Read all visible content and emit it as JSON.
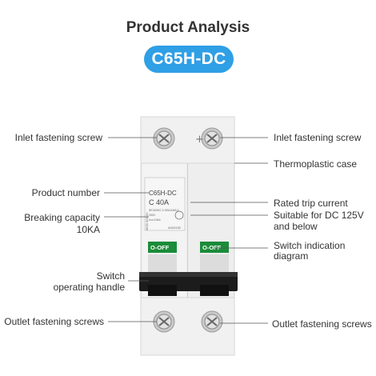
{
  "header": {
    "title": "Product Analysis",
    "model_badge": "C65H-DC",
    "badge_color": "#2f9fe6"
  },
  "callouts_left": [
    {
      "id": "inlet-screw-left",
      "text": "Inlet fastening screw"
    },
    {
      "id": "product-number",
      "text": "Product number"
    },
    {
      "id": "breaking-capacity-1",
      "text": "Breaking capacity"
    },
    {
      "id": "breaking-capacity-2",
      "text": "10KA"
    },
    {
      "id": "switch-handle-1",
      "text": "Switch"
    },
    {
      "id": "switch-handle-2",
      "text": "operating handle"
    },
    {
      "id": "outlet-screws-left",
      "text": "Outlet fastening screws"
    }
  ],
  "callouts_right": [
    {
      "id": "inlet-screw-right",
      "text": "Inlet fastening screw"
    },
    {
      "id": "thermoplastic",
      "text": "Thermoplastic case"
    },
    {
      "id": "rated-trip",
      "text": "Rated trip current"
    },
    {
      "id": "dc-suitable-1",
      "text": "Suitable for DC 125V"
    },
    {
      "id": "dc-suitable-2",
      "text": "and below"
    },
    {
      "id": "switch-indication-1",
      "text": "Switch indication"
    },
    {
      "id": "switch-indication-2",
      "text": "diagram"
    },
    {
      "id": "outlet-screws-right",
      "text": "Outlet fastening screws"
    }
  ],
  "breaker": {
    "model": "C65H-DC",
    "rating": "C 40A",
    "standard": "IEC60947-2 GB14048.2",
    "voltage": "250V",
    "icu": "Icu=10kA",
    "code": "A003152",
    "side_text": "MCB 5/250V",
    "switch_left": "O-OFF",
    "switch_right": "O-OFF",
    "polarity_mark": "+",
    "switch_green": "#1a8c3a"
  }
}
